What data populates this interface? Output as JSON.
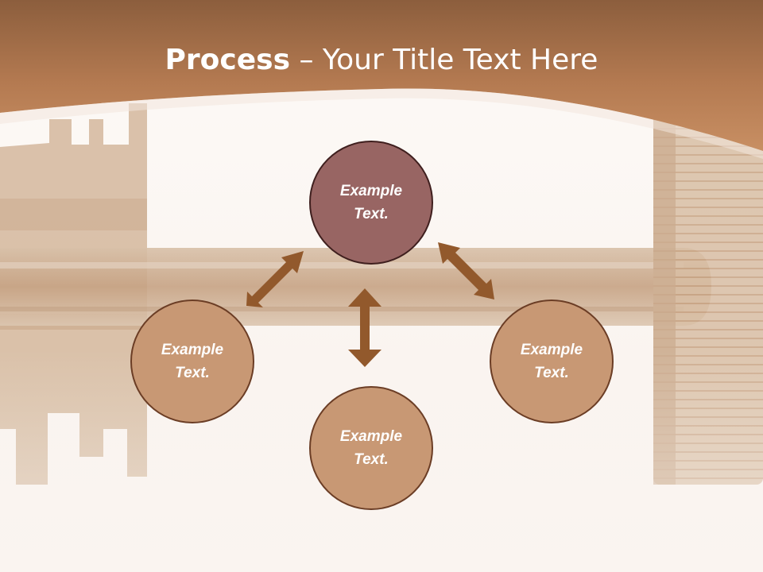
{
  "title": {
    "bold": "Process",
    "rest": " – Your Title Text Here"
  },
  "nodes": {
    "top": {
      "line1": "Example",
      "line2": "Text."
    },
    "left": {
      "line1": "Example",
      "line2": "Text."
    },
    "right": {
      "line1": "Example",
      "line2": "Text."
    },
    "bottom": {
      "line1": "Example",
      "line2": "Text."
    }
  },
  "colors": {
    "header": "#b97a52",
    "node_top": "#986563",
    "node_other": "#c89874",
    "arrow": "#92592c"
  }
}
